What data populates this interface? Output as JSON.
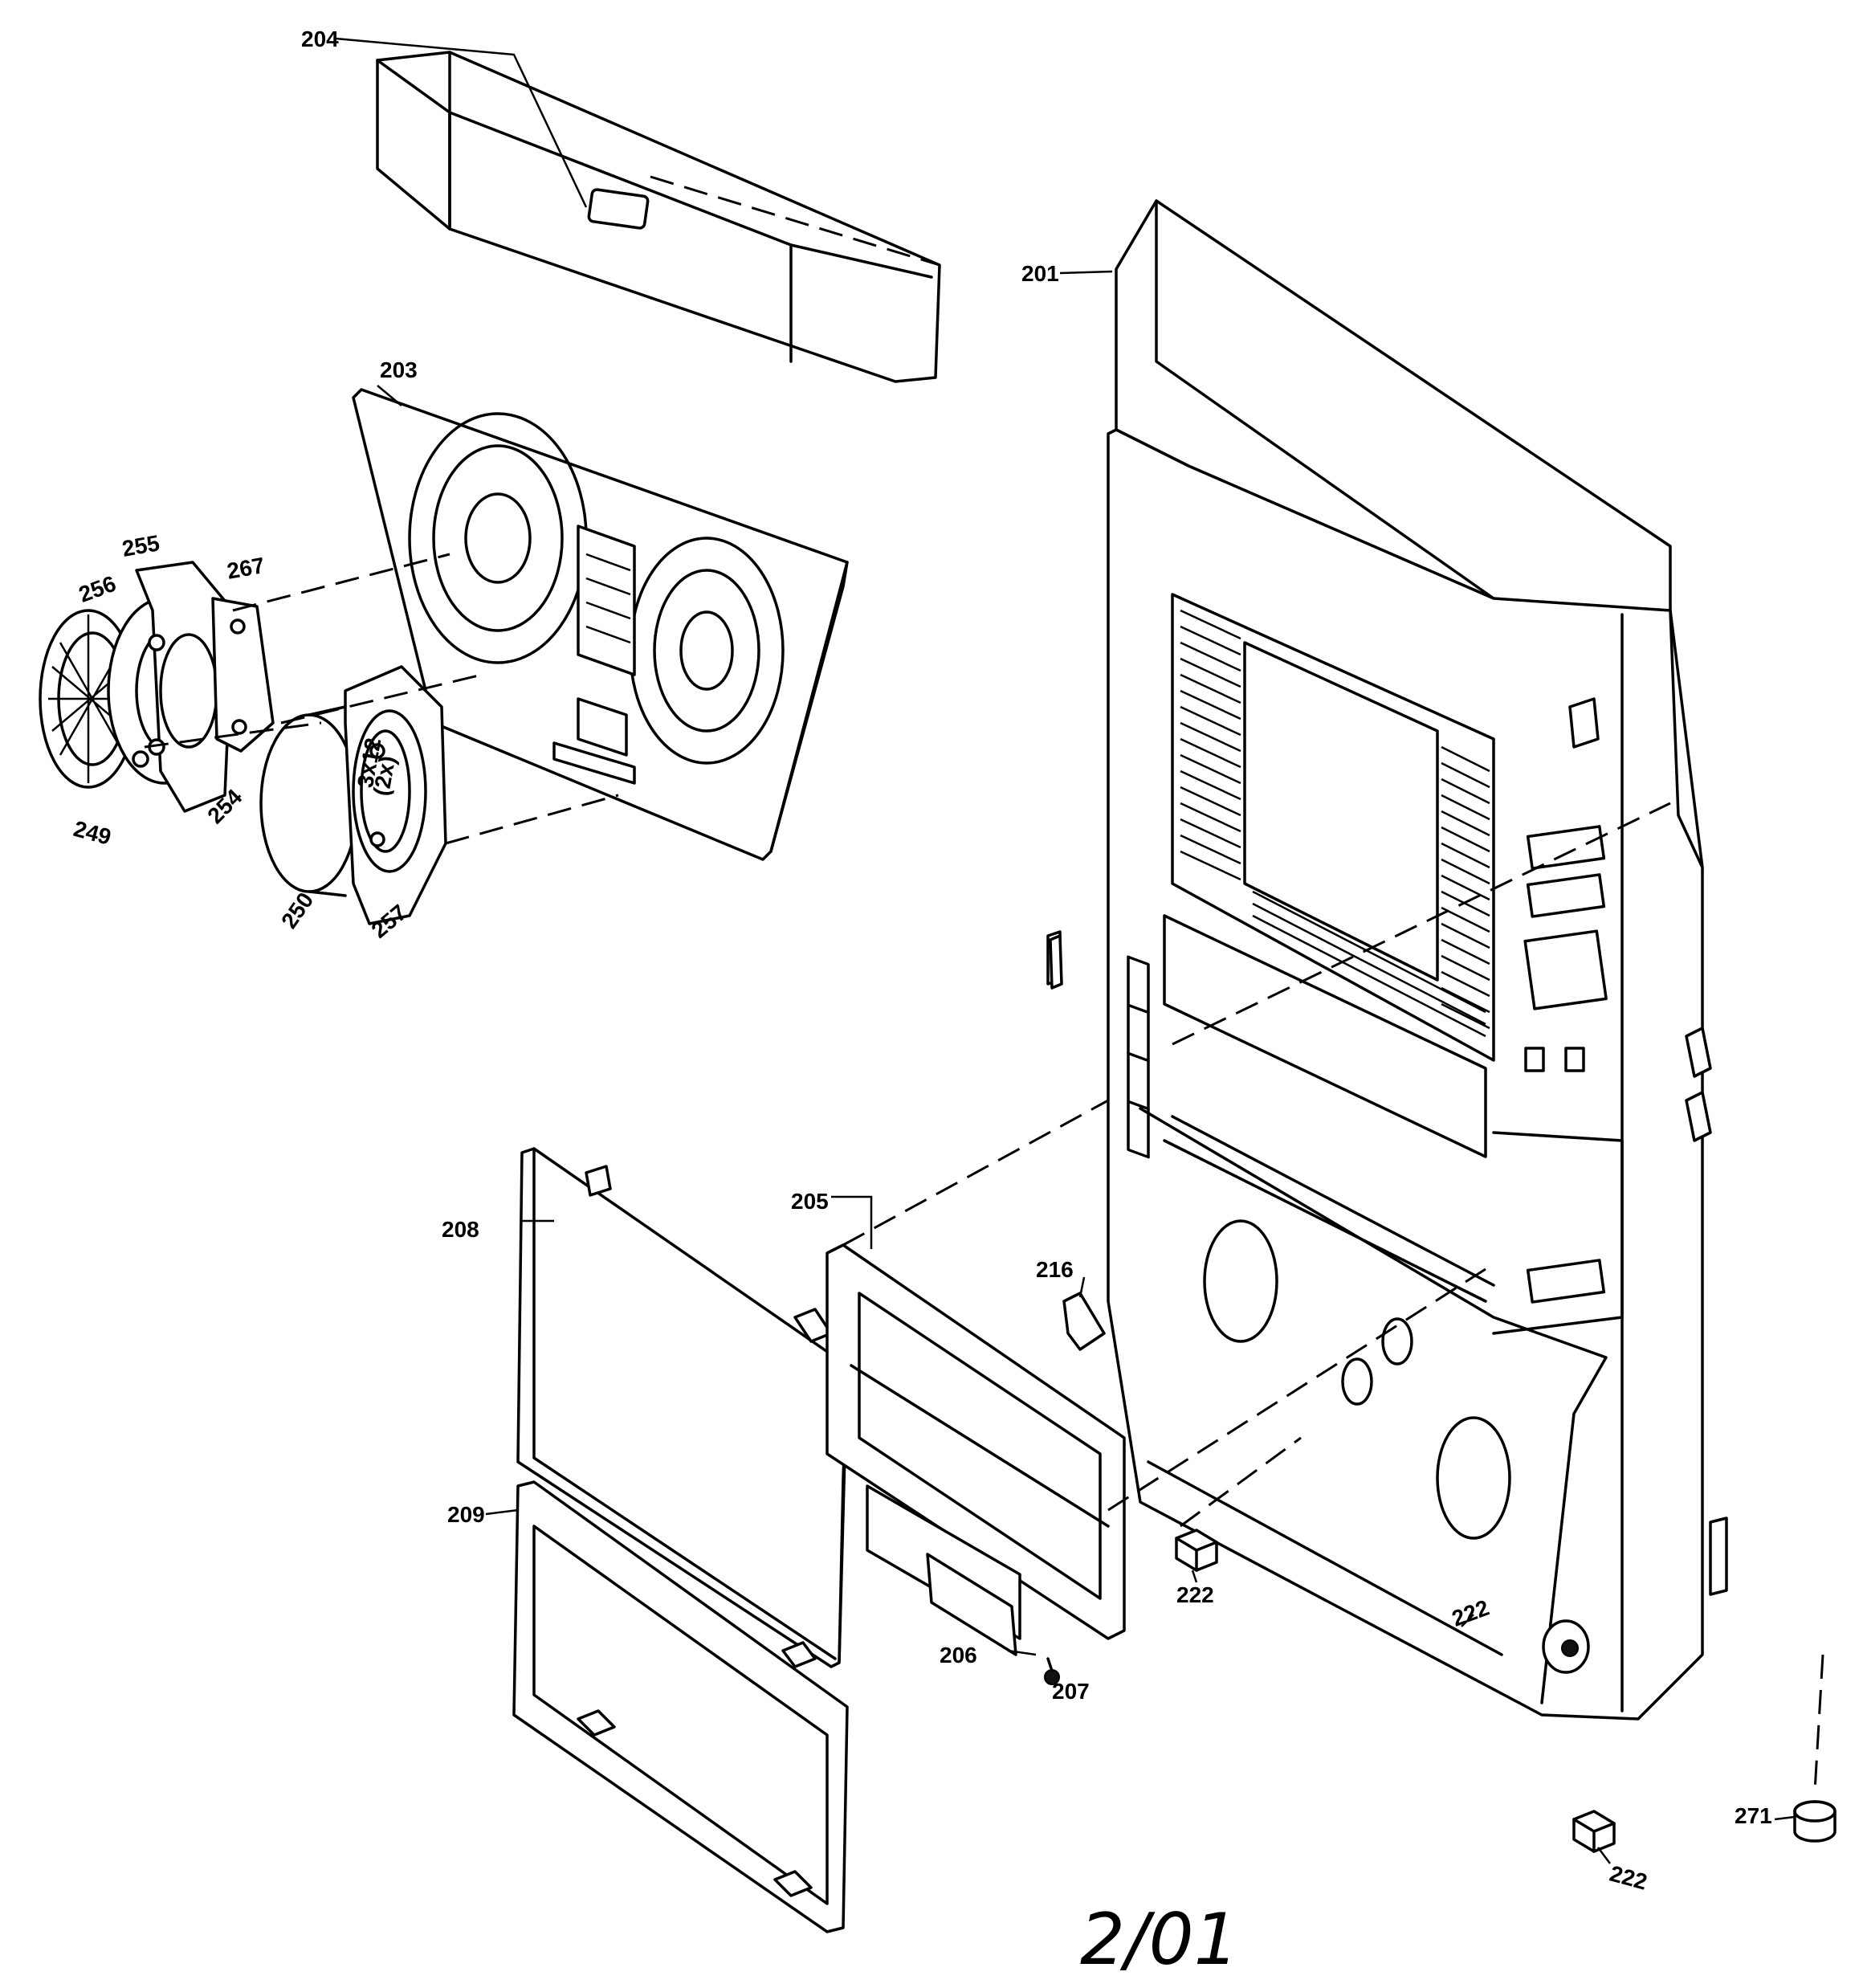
{
  "part_labels": {
    "p204": "204",
    "p201": "201",
    "p203": "203",
    "p255": "255",
    "p256": "256",
    "p267": "267",
    "p249": "249",
    "p254": "254",
    "p250": "250",
    "p257": "257",
    "p208": "208",
    "p205": "205",
    "p216": "216",
    "p209": "209",
    "p206": "206",
    "p207": "207",
    "p222a": "222",
    "p222b": "222",
    "p222c": "222",
    "p271": "271"
  },
  "speaker_marking": {
    "line1": "3x12",
    "line2": "(2x)"
  },
  "page_code": "2/01"
}
